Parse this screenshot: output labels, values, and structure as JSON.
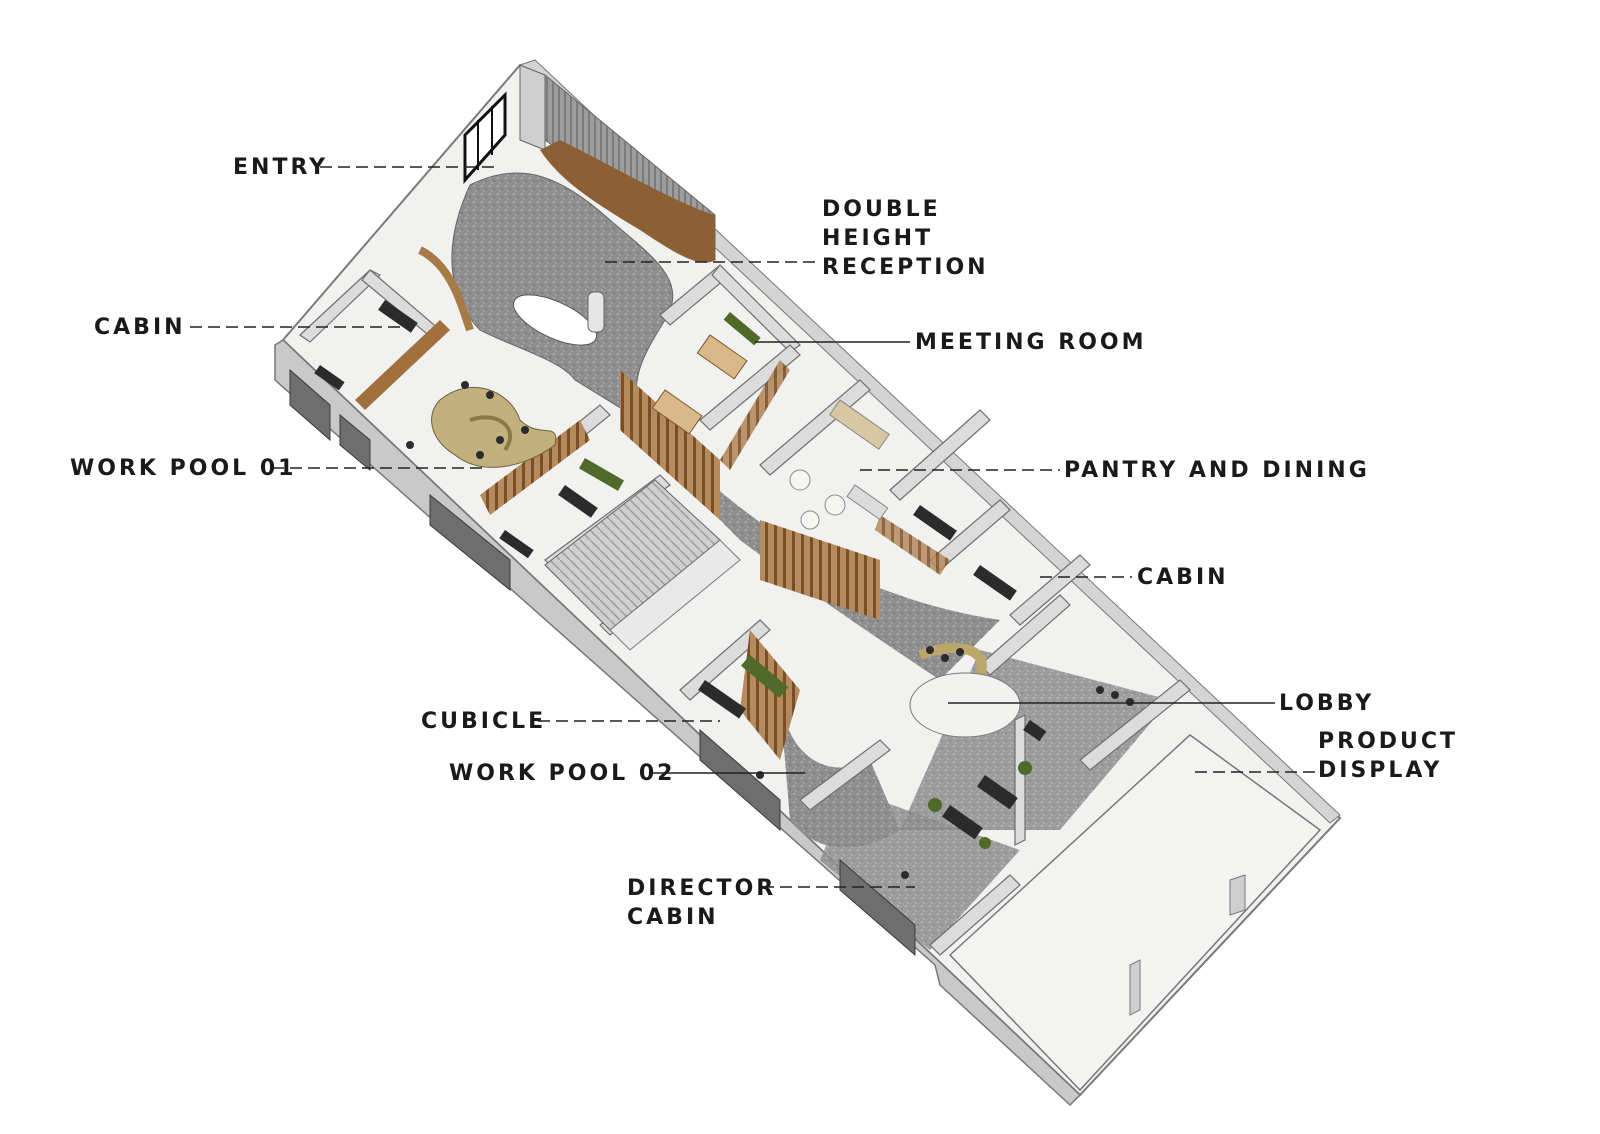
{
  "labels": {
    "entry": "ENTRY",
    "double_height_reception": [
      "DOUBLE",
      "HEIGHT",
      "RECEPTION"
    ],
    "cabin_left": "CABIN",
    "meeting_room": "MEETING ROOM",
    "work_pool_01": "WORK POOL 01",
    "pantry_and_dining": "PANTRY AND DINING",
    "cabin_right": "CABIN",
    "lobby": "LOBBY",
    "product_display": [
      "PRODUCT",
      "DISPLAY"
    ],
    "cubicle": "CUBICLE",
    "work_pool_02": "WORK POOL 02",
    "director_cabin": [
      "DIRECTOR",
      "CABIN"
    ]
  },
  "colors": {
    "wall": "#d9d9d9",
    "wall_dark": "#a8a8a8",
    "floor_light": "#efefed",
    "floor_terrazzo": "#8c8c8c",
    "wood": "#9c6a3c",
    "plant": "#4f6a2a",
    "furniture": "#2b2b2b",
    "label_text": "#1a1a1a"
  }
}
